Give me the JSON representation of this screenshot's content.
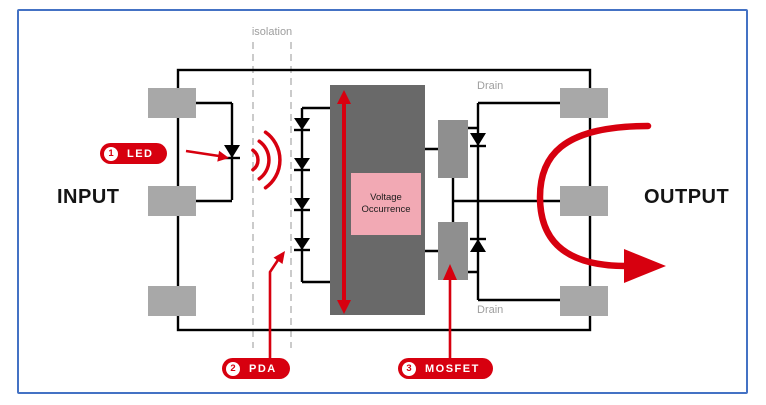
{
  "labels": {
    "isolation": "isolation",
    "input": "INPUT",
    "output": "OUTPUT",
    "drain_top": "Drain",
    "drain_bottom": "Drain",
    "voltage_box": "Voltage Occurrence"
  },
  "callouts": [
    {
      "number": "1",
      "label": "LED"
    },
    {
      "number": "2",
      "label": "PDA"
    },
    {
      "number": "3",
      "label": "MOSFET"
    }
  ],
  "colors": {
    "accent-red": "#d7000f",
    "pink": "#f2a9b4",
    "pin-gray": "#a8a8a8",
    "control-gray": "#696969",
    "gate-gray": "#8f8f8f",
    "muted-text": "#9e9e9e",
    "frame-blue": "#4472c4",
    "wire-black": "#000000"
  }
}
